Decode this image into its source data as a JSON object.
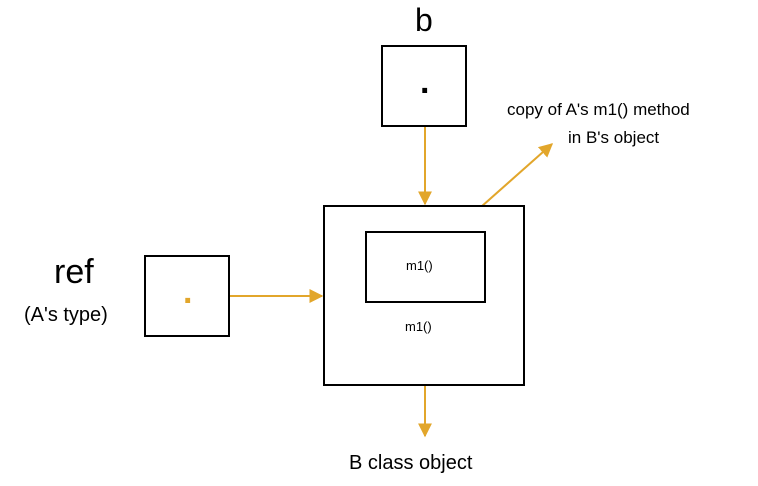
{
  "labels": {
    "b_var": "b",
    "ref_var": "ref",
    "ref_type": "(A's type)",
    "inner_method": "m1()",
    "outer_method": "m1()",
    "annotation_line1": "copy of A's m1() method",
    "annotation_line2": "in B's object",
    "object_caption": "B class object"
  },
  "pointer_dots": {
    "b_dot": ".",
    "ref_dot": "."
  },
  "colors": {
    "arrow": "#e2a62b",
    "ref_dot": "#e2a62b",
    "border": "#000000"
  }
}
